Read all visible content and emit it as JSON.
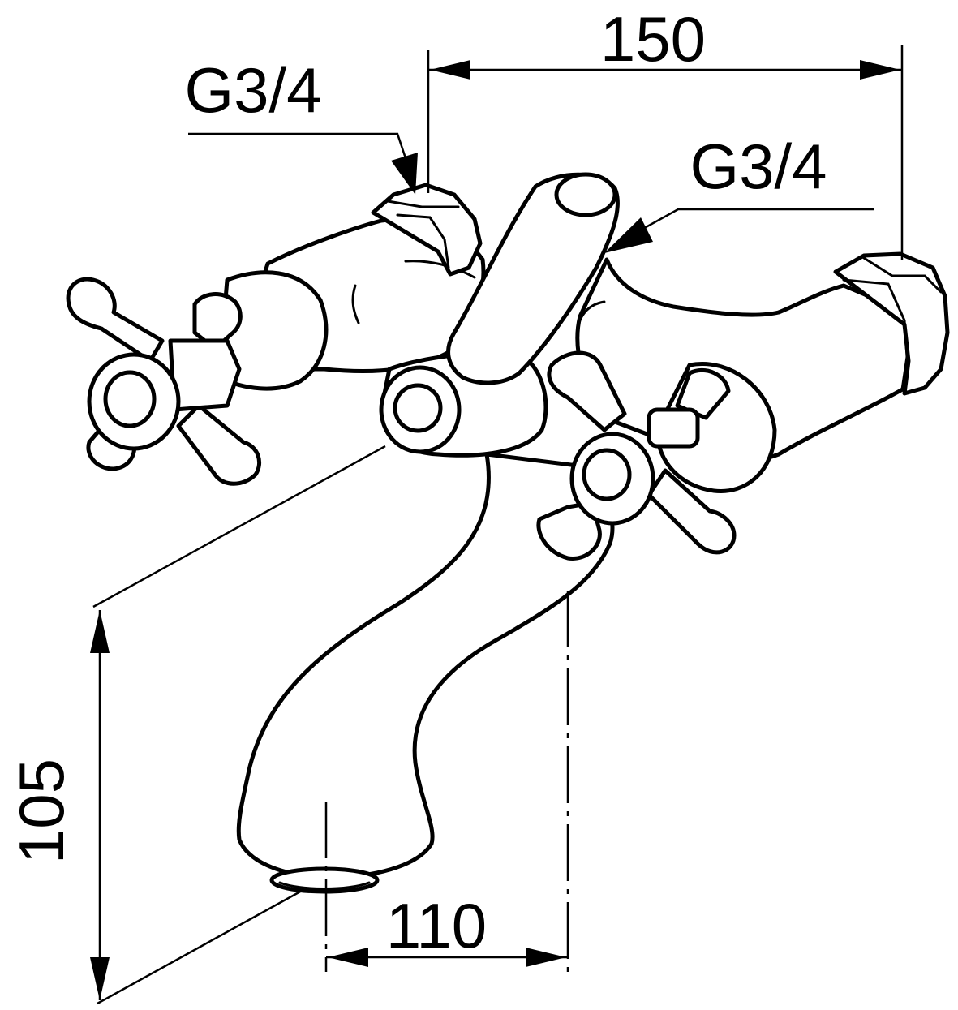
{
  "drawing": {
    "dimensions": {
      "center_distance": "150",
      "spout_reach": "110",
      "spout_height": "105"
    },
    "connections": {
      "left_inlet": "G3/4",
      "right_inlet": "G3/4"
    },
    "colors": {
      "line": "#000000",
      "background": "#ffffff"
    }
  }
}
